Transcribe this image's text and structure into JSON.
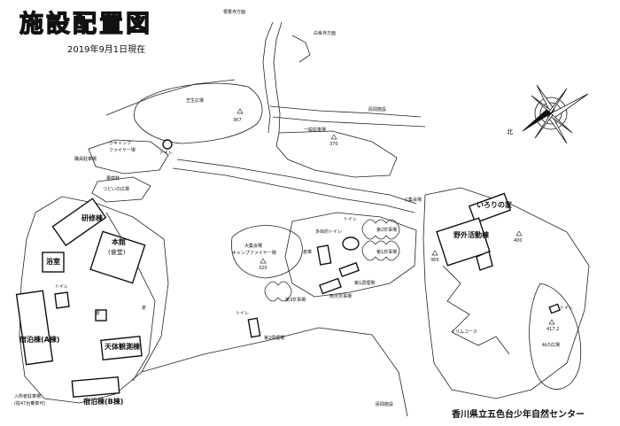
{
  "header": {
    "title": "施設配置図",
    "date": "2019年9月1日現在"
  },
  "credit": "香川県立五色台少年自然センター",
  "compass": {
    "north_label": "北"
  },
  "buildings": {
    "kenshu": "研修棟",
    "honkan": "本館",
    "honkan_sub": "(食堂)",
    "yokushitsu": "浴室",
    "shukuhaku_a": "宿泊棟(A棟)",
    "shukuhaku_b": "宿泊棟(B棟)",
    "tentai": "天体観測棟",
    "irori": "いろりの家",
    "yagai": "野外活動棟",
    "ko": "倉",
    "ko2": "倉"
  },
  "places": {
    "to_negoroji": "根香寺方面",
    "to_shiromineji": "白峯寺方面",
    "minkan_1": "民間施設",
    "minkan_2": "民間施設",
    "shibafu": "芝生広場",
    "ippan_parking": "一般駐車場",
    "small_camp": "小キャンプ",
    "small_camp_fire": "ファイヤー場",
    "staff_parking": "職員駐車場",
    "orchard": "果樹林",
    "tsudoi": "つどいの広場",
    "small_plaza": "小集会場",
    "daishukai": "大集会場",
    "daishukai_2": "キャンプファイヤー場",
    "tamokuteki": "多目的トイレ",
    "kura": "倉庫",
    "suijiba2": "第2炊事場",
    "suijiba1": "第1炊事場",
    "suijiba3": "第3炊事場",
    "chorijo1": "第1調理場",
    "chorijo2": "第2調理場",
    "uten": "雨天炊事場",
    "toilet_1": "トイレ",
    "toilet_2": "トイレ",
    "toilet_3": "トイレ",
    "toilet_4": "トイレ",
    "toilet_5": "トイレ",
    "trim_course": "トリムコース",
    "mine_plaza": "峠の広場",
    "entrance_parking": "入所者駐車場",
    "entrance_parking_2": "(駐47台乗車可)"
  },
  "elevations": {
    "e1": "367",
    "e2": "370",
    "e3": "320",
    "e4": "365",
    "e5": "400",
    "e6": "417.2"
  }
}
